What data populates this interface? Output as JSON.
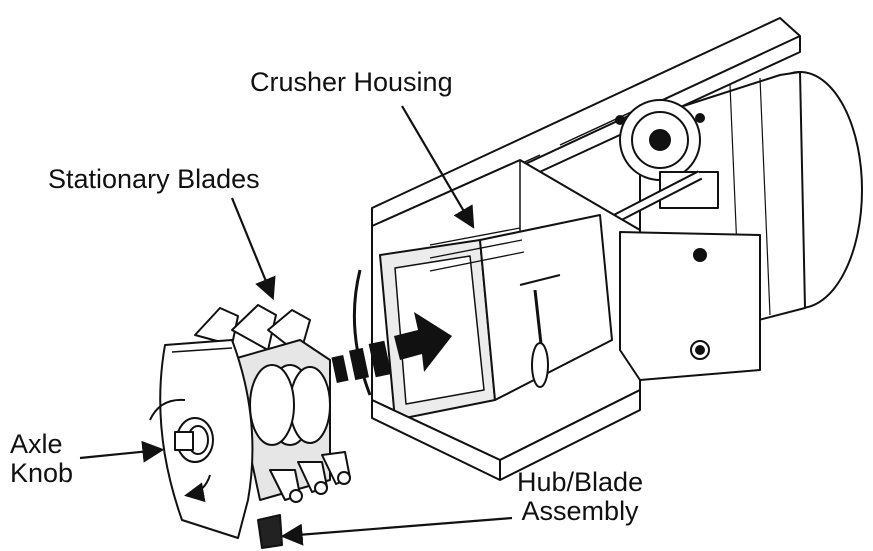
{
  "labels": {
    "crusher_housing": "Crusher Housing",
    "stationary_blades": "Stationary Blades",
    "axle_knob_line1": "Axle",
    "axle_knob_line2": "Knob",
    "hub_blade_line1": "Hub/Blade",
    "hub_blade_line2": "Assembly"
  },
  "colors": {
    "ink": "#111111",
    "body": "#ffffff",
    "shade": "#d9d9d9",
    "dark": "#222222"
  }
}
